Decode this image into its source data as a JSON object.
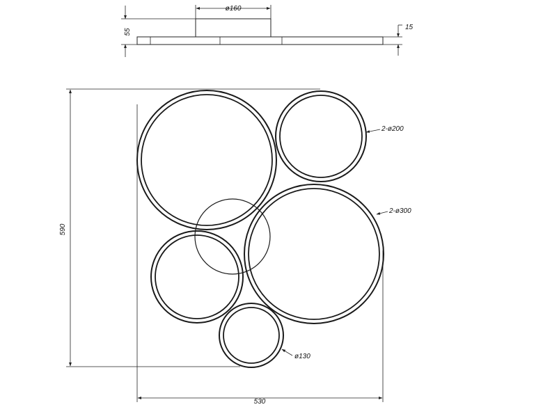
{
  "drawing": {
    "top_view": {
      "canopy_diameter_label": "ø160",
      "height_label": "55",
      "thickness_label": "15"
    },
    "plan_view": {
      "height_label": "590",
      "width_label": "530",
      "callouts": {
        "small_rings": "2-ø200",
        "large_rings": "2-ø300",
        "smallest_ring": "ø130"
      }
    },
    "colors": {
      "line": "#222222",
      "background": "#ffffff"
    }
  }
}
